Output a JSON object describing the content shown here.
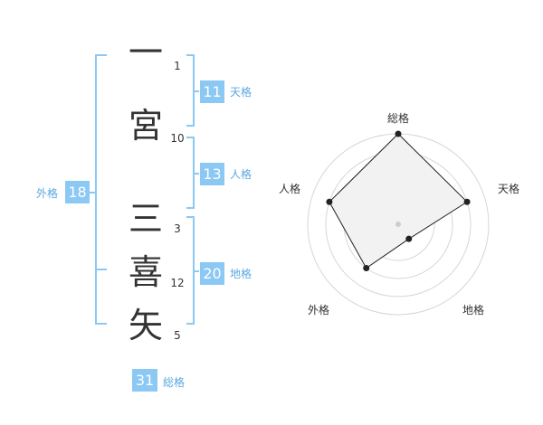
{
  "name": {
    "characters": [
      {
        "char": "一",
        "strokes": "1"
      },
      {
        "char": "宮",
        "strokes": "10"
      },
      {
        "char": "三",
        "strokes": "3"
      },
      {
        "char": "喜",
        "strokes": "12"
      },
      {
        "char": "矢",
        "strokes": "5"
      }
    ]
  },
  "kaku": {
    "tenkaku": {
      "value": "11",
      "label": "天格"
    },
    "jinkaku": {
      "value": "13",
      "label": "人格"
    },
    "chikaku": {
      "value": "20",
      "label": "地格"
    },
    "gaikaku": {
      "value": "18",
      "label": "外格"
    },
    "soukaku": {
      "value": "31",
      "label": "総格"
    }
  },
  "colors": {
    "accent": "#8cc8f4",
    "bracket": "#8cc8f4",
    "label": "#5aa8e0",
    "text": "#333333",
    "radar_fill": "#f2f2f2",
    "radar_line": "#222222"
  },
  "chart_data": {
    "type": "radar",
    "axes": [
      "総格",
      "天格",
      "地格",
      "外格",
      "人格"
    ],
    "levels": 5,
    "values": [
      5,
      4,
      1,
      3,
      4
    ],
    "max": 5
  }
}
